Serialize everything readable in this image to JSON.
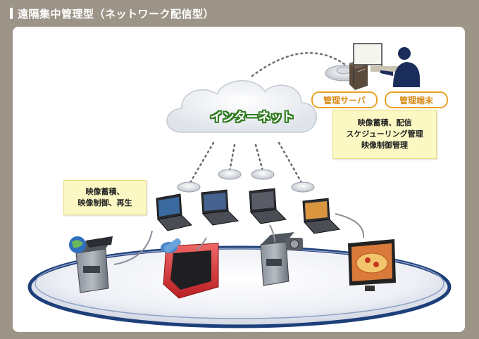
{
  "header": {
    "title": "遠隔集中管理型（ネットワーク配信型）"
  },
  "cloud": {
    "label": "インターネット"
  },
  "server_label": "管理サーバ",
  "terminal_label": "管理端末",
  "top_info": {
    "lines": [
      "映像蓄積、配信",
      "スケジューリング管理",
      "映像制御管理"
    ]
  },
  "left_info": {
    "lines": [
      "映像蓄積、",
      "映像制御、再生"
    ]
  },
  "colors": {
    "header_bg": "#9c9487",
    "pill_border": "#e8a325",
    "pill_text": "#d98a14",
    "info_box_bg": "#fbf8c4",
    "cloud_text_outline": "#2f7a1f",
    "platform_ring": "#1d3f7a"
  }
}
